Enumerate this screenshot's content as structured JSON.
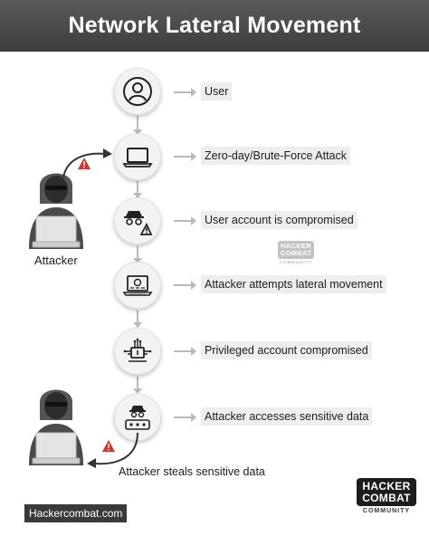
{
  "header": {
    "title": "Network Lateral Movement"
  },
  "steps": [
    {
      "label": "User",
      "icon": "user-icon"
    },
    {
      "label": "Zero-day/Brute-Force Attack",
      "icon": "laptop-icon"
    },
    {
      "label": "User account is compromised",
      "icon": "spy-warning-icon"
    },
    {
      "label": "Attacker attempts lateral movement",
      "icon": "laptop-code-icon"
    },
    {
      "label": "Privileged account compromised",
      "icon": "circuit-chip-icon"
    },
    {
      "label": "Attacker accesses sensitive data",
      "icon": "spy-data-icon"
    }
  ],
  "attacker": {
    "label": "Attacker"
  },
  "final": {
    "label": "Attacker steals sensitive data"
  },
  "footer": {
    "url": "Hackercombat.com"
  },
  "logo": {
    "line1": "HACKER",
    "line2": "COMBAT",
    "sub": "COMMUNITY"
  },
  "colors": {
    "header": "#4a4a4a",
    "warning": "#d9342b",
    "connector": "#b9b9b9"
  }
}
